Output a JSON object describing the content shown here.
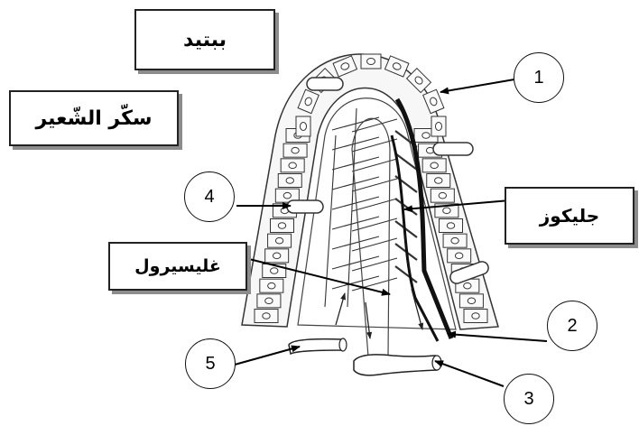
{
  "labels": {
    "peptide": "ببتيد",
    "malt_sugar": "سكّر الشّعير",
    "glucose": "جليكوز",
    "glycerol": "غليسيرول"
  },
  "numbers": {
    "n1": "1",
    "n2": "2",
    "n3": "3",
    "n4": "4",
    "n5": "5"
  }
}
